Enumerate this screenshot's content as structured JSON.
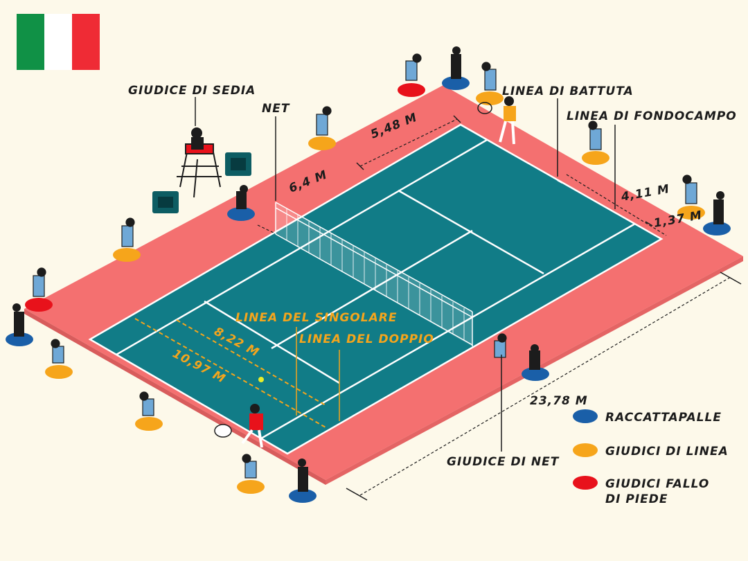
{
  "flag": {
    "colors": [
      "#109146",
      "#ffffff",
      "#ef2b35"
    ]
  },
  "colors": {
    "surround": "#f47070",
    "court": "#117c87",
    "lines": "#ffffff",
    "ball_boy": "#1a5fa8",
    "line_judge": "#f6a51b",
    "foot_fault": "#e8121b",
    "text": "#1c1c1c",
    "measure": "#f5a51c"
  },
  "labels": {
    "chair_umpire": "Giudice di sedia",
    "net": "Net",
    "service_line": "Linea di battuta",
    "baseline": "Linea di fondocampo",
    "singles_line": "Linea del singolare",
    "doubles_line": "Linea del doppio",
    "net_judge": "Giudice di net"
  },
  "measurements": {
    "alley_width": "5,48 m",
    "service_length": "6,4 m",
    "singles_half": "4,11 m",
    "alley": "1,37 m",
    "singles_width": "8,22 m",
    "doubles_width": "10,97 m",
    "court_length": "23,78 m"
  },
  "legend": {
    "items": [
      {
        "label": "Raccattapalle",
        "color": "#1a5fa8"
      },
      {
        "label": "Giudici di linea",
        "color": "#f6a51b"
      },
      {
        "label": "Giudici fallo",
        "label2": "di piede",
        "color": "#e8121b"
      }
    ]
  }
}
